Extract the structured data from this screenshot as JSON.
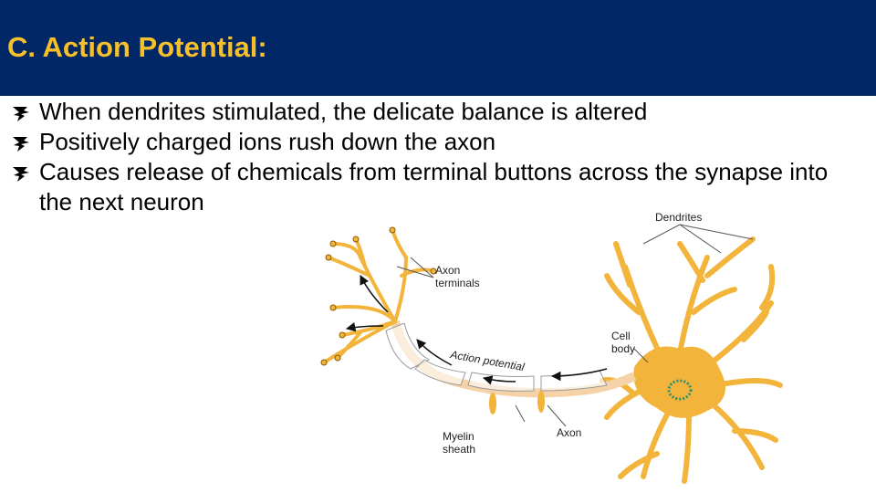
{
  "slide": {
    "title": "C. Action Potential:",
    "bullets": [
      "When dendrites stimulated, the delicate balance is altered",
      "Positively charged ions rush down the axon",
      "Causes release of chemicals from terminal buttons across the synapse into the next neuron"
    ],
    "bullet_icon": "leaf-bullet-icon",
    "colors": {
      "header_bg": "#012766",
      "title": "#f5c02b",
      "neuron": "#f2b43a",
      "axon_core": "#f5d2a8"
    }
  },
  "figure": {
    "labels": {
      "dendrites": "Dendrites",
      "axon_terminals_1": "Axon",
      "axon_terminals_2": "terminals",
      "cell_body_1": "Cell",
      "cell_body_2": "body",
      "action_potential": "Action potential",
      "myelin_1": "Myelin",
      "myelin_2": "sheath",
      "axon": "Axon"
    }
  }
}
